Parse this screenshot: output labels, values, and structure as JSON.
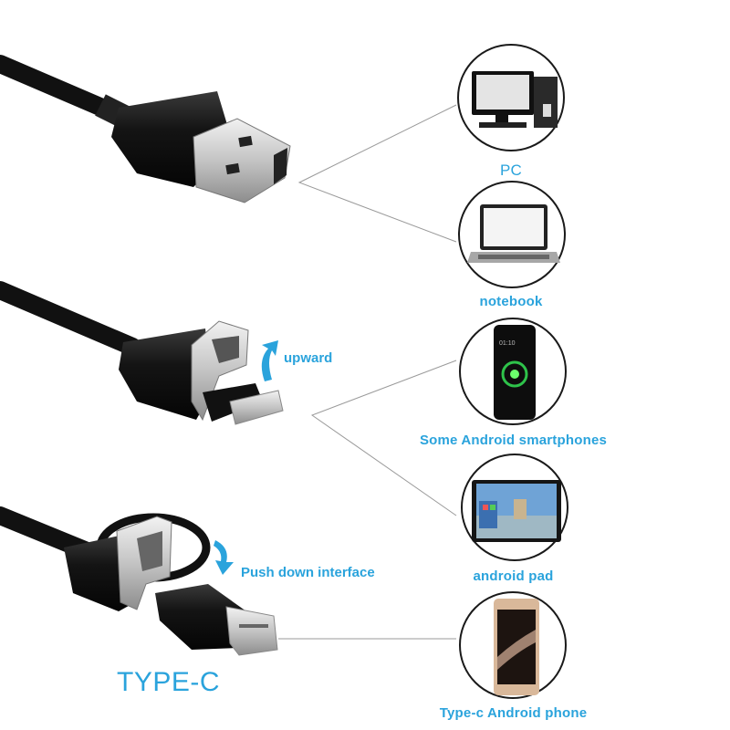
{
  "diagram": {
    "title": "USB / Micro-USB / Type-C 3-in-1 connector compatibility",
    "connectors": [
      {
        "id": "usb-a",
        "name": "USB-A plug",
        "connects_to": [
          "pc",
          "notebook"
        ]
      },
      {
        "id": "micro-usb",
        "name": "Micro-USB adapter",
        "action_label": "upward",
        "connects_to": [
          "android-smartphones",
          "android-pad"
        ]
      },
      {
        "id": "type-c",
        "name": "Type-C adapter",
        "action_label": "Push down interface",
        "caption": "TYPE-C",
        "connects_to": [
          "type-c-phone"
        ]
      }
    ],
    "devices": [
      {
        "id": "pc",
        "label": "PC",
        "icon": "desktop-computer-icon"
      },
      {
        "id": "notebook",
        "label": "notebook",
        "icon": "laptop-icon"
      },
      {
        "id": "android-smartphones",
        "label": "Some Android smartphones",
        "icon": "smartphone-icon"
      },
      {
        "id": "android-pad",
        "label": "android pad",
        "icon": "tablet-icon"
      },
      {
        "id": "type-c-phone",
        "label": "Type-c Android phone",
        "icon": "typec-phone-icon"
      }
    ],
    "colors": {
      "accent": "#2aa3dc",
      "cable": "#151515",
      "metal": "#c9c9c9",
      "circle_border": "#1a1a1a",
      "connector_line": "#9a9a9a"
    }
  }
}
